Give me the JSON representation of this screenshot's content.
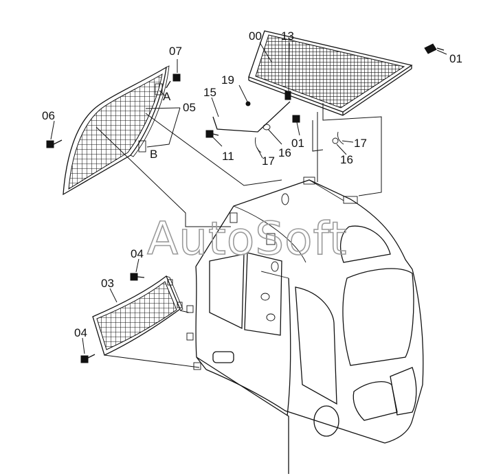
{
  "callouts": {
    "c00": "00",
    "c13": "13",
    "c01a": "01",
    "c07": "07",
    "c19": "19",
    "c15": "15",
    "c05": "05",
    "cA": "A",
    "cB": "B",
    "c06": "06",
    "c01b": "01",
    "c11": "11",
    "c16a": "16",
    "c17a": "17",
    "c17b": "17",
    "c16b": "16",
    "c04a": "04",
    "c03": "03",
    "c04b": "04"
  },
  "watermark": "AutoSoft"
}
